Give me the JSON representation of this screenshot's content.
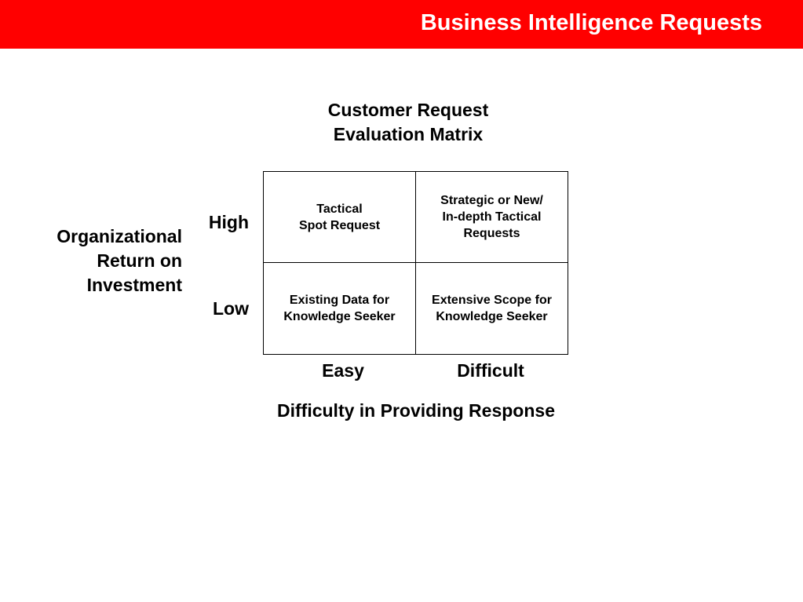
{
  "header": {
    "title": "Business Intelligence Requests",
    "background_color": "#ff0000",
    "text_color": "#ffffff"
  },
  "matrix": {
    "title_lines": [
      "Customer Request",
      "Evaluation Matrix"
    ],
    "y_axis_title_lines": [
      "Organizational",
      "Return on",
      "Investment"
    ],
    "row_labels": [
      "High",
      "Low"
    ],
    "column_labels": [
      "Easy",
      "Difficult"
    ],
    "x_axis_title": "Difficulty in Providing Response",
    "cells": {
      "high_easy": [
        "Tactical",
        "Spot Request"
      ],
      "high_difficult": [
        "Strategic or New/",
        "In-depth Tactical",
        "Requests"
      ],
      "low_easy": [
        "Existing Data for",
        "Knowledge Seeker"
      ],
      "low_difficult": [
        "Extensive Scope for",
        "Knowledge Seeker"
      ]
    }
  }
}
